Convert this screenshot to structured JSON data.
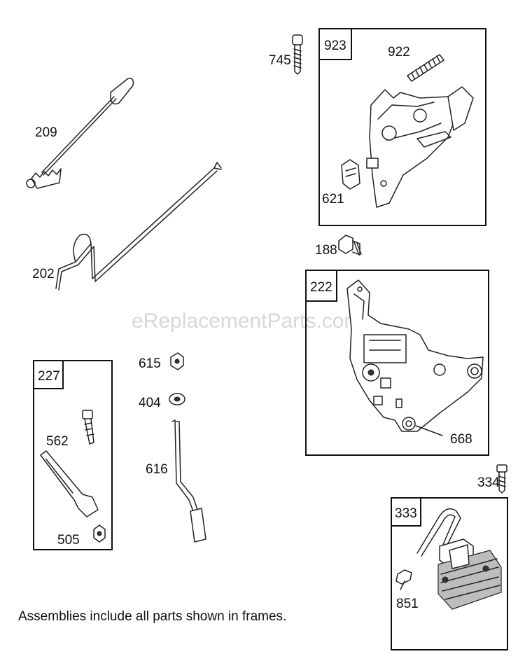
{
  "watermark": "eReplacementParts.com",
  "note": "Assemblies include all parts shown in frames.",
  "frames": {
    "f923": "923",
    "f222": "222",
    "f227": "227",
    "f333": "333"
  },
  "labels": {
    "p209": "209",
    "p202": "202",
    "p745": "745",
    "p922": "922",
    "p621": "621",
    "p188": "188",
    "p668": "668",
    "p615": "615",
    "p404": "404",
    "p616": "616",
    "p562": "562",
    "p505": "505",
    "p334": "334",
    "p851": "851"
  }
}
